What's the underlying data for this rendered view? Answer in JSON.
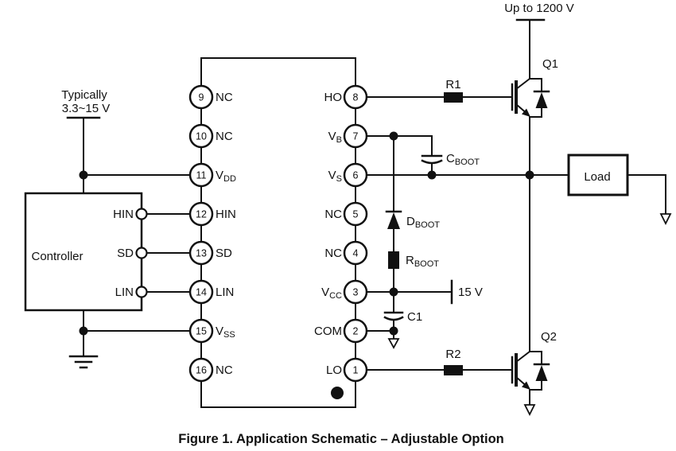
{
  "colors": {
    "ink": "#111111",
    "bg": "#ffffff"
  },
  "caption": "Figure 1. Application Schematic – Adjustable Option",
  "top_rail_label": "Up to 1200 V",
  "supply_label": {
    "line1": "Typically",
    "line2": "3.3~15 V"
  },
  "controller": {
    "title": "Controller",
    "ports": [
      "HIN",
      "SD",
      "LIN"
    ]
  },
  "ic": {
    "left_pins": [
      {
        "num": "9",
        "name": "NC",
        "sub": ""
      },
      {
        "num": "10",
        "name": "NC",
        "sub": ""
      },
      {
        "num": "11",
        "name": "V",
        "sub": "DD"
      },
      {
        "num": "12",
        "name": "HIN",
        "sub": ""
      },
      {
        "num": "13",
        "name": "SD",
        "sub": ""
      },
      {
        "num": "14",
        "name": "LIN",
        "sub": ""
      },
      {
        "num": "15",
        "name": "V",
        "sub": "SS"
      },
      {
        "num": "16",
        "name": "NC",
        "sub": ""
      }
    ],
    "right_pins": [
      {
        "num": "8",
        "name": "HO",
        "sub": ""
      },
      {
        "num": "7",
        "name": "V",
        "sub": "B"
      },
      {
        "num": "6",
        "name": "V",
        "sub": "S"
      },
      {
        "num": "5",
        "name": "NC",
        "sub": ""
      },
      {
        "num": "4",
        "name": "NC",
        "sub": ""
      },
      {
        "num": "3",
        "name": "V",
        "sub": "CC"
      },
      {
        "num": "2",
        "name": "COM",
        "sub": ""
      },
      {
        "num": "1",
        "name": "LO",
        "sub": ""
      }
    ]
  },
  "components": {
    "r1": "R1",
    "r2": "R2",
    "q1": "Q1",
    "q2": "Q2",
    "c1": "C1",
    "vcc_supply": "15 V",
    "load": "Load",
    "cboot": {
      "main": "C",
      "sub": "BOOT"
    },
    "dboot": {
      "main": "D",
      "sub": "BOOT"
    },
    "rboot": {
      "main": "R",
      "sub": "BOOT"
    }
  }
}
